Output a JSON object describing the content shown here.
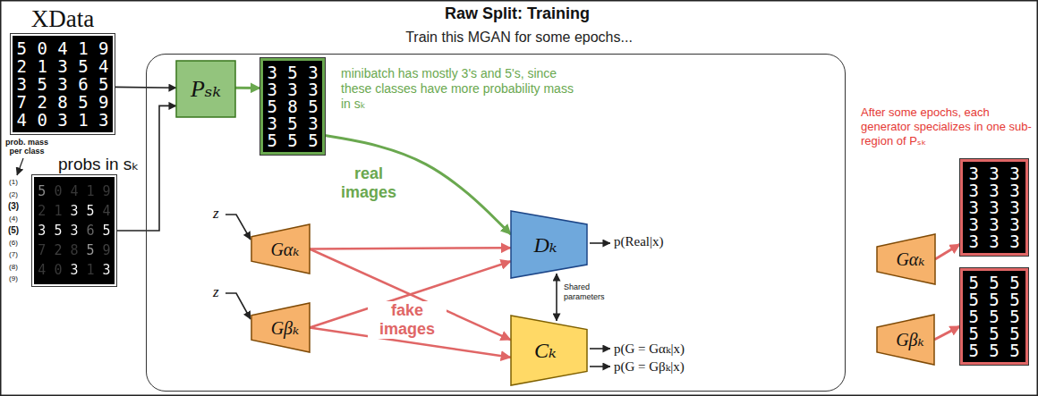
{
  "diagram": {
    "title": "Raw Split: Training",
    "nodes": [
      {
        "text": [
          "XData",
          "5 0 4 1 9",
          "2 1 3 5 4",
          "3 5 3 6 5",
          "7 2 8 5 9",
          "4 0 3 1 3"
        ]
      },
      {
        "text": [
          "probs in sₖ",
          "5 0 4 1 9",
          "2 1 3 5 4",
          "3 5 3 6 5",
          "7 2 8 5 9",
          "4 0 3 1 3"
        ]
      },
      {
        "text": [
          "minibatch has mostly 3's and 5's, since these classes have more probability mass in sₖ"
        ]
      },
      {
        "text": [
          "Pₛₖ"
        ],
        "in": 2
      },
      {
        "text": [
          "3 5 3",
          "3 3 3",
          "5 8 5",
          "3 5 3",
          "5 5 5"
        ],
        "in": 2
      },
      {
        "text": [
          "Gαₖ"
        ],
        "in": 2
      },
      {
        "text": [
          "Gβₖ"
        ],
        "in": 2
      },
      {
        "text": [
          "Dₖ"
        ],
        "in": 2
      },
      {
        "text": [
          "Cₖ"
        ],
        "in": 2
      },
      {
        "text": [
          "Gαₖ"
        ]
      },
      {
        "text": [
          "3 3 3",
          "3 3 3",
          "3 3 3",
          "3 3 3",
          "3 3 3"
        ]
      },
      {
        "text": [
          "Gβₖ"
        ]
      },
      {
        "text": [
          "5 5 5",
          "5 5 5",
          "5 5 5",
          "5 5 5",
          "5 5 5"
        ]
      }
    ],
    "edges": [
      {
        "from": 0,
        "to": 3,
        "arrow": "to"
      },
      {
        "from": 1,
        "to": 3,
        "arrow": "to"
      },
      {
        "from": 3,
        "to": 4,
        "arrow": "to"
      },
      {
        "from": 4,
        "to": 7,
        "label": "real images",
        "arrow": "to"
      },
      {
        "from": 5,
        "to": 7,
        "arrow": "to"
      },
      {
        "from": 5,
        "to": 8,
        "arrow": "to"
      },
      {
        "from": 6,
        "to": 7,
        "label": "fake images",
        "arrow": "to"
      },
      {
        "from": 6,
        "to": 8,
        "arrow": "to"
      },
      {
        "from": 9,
        "to": 10,
        "arrow": "to"
      },
      {
        "from": 11,
        "to": 12,
        "arrow": "to"
      }
    ],
    "labels": [
      "Train this MGAN for some epochs...",
      "prob. mass per class",
      "(1)",
      "(2)",
      "(3)",
      "(4)",
      "(5)",
      "(6)",
      "(7)",
      "(8)",
      "(9)",
      "z",
      "z",
      "p(Real|x)",
      "Shared parameters",
      "p(G = Gαₖ|x)",
      "p(G = Gβₖ|x)",
      "After some epochs, each generator specializes in one sub-region of Pₛₖ"
    ]
  }
}
